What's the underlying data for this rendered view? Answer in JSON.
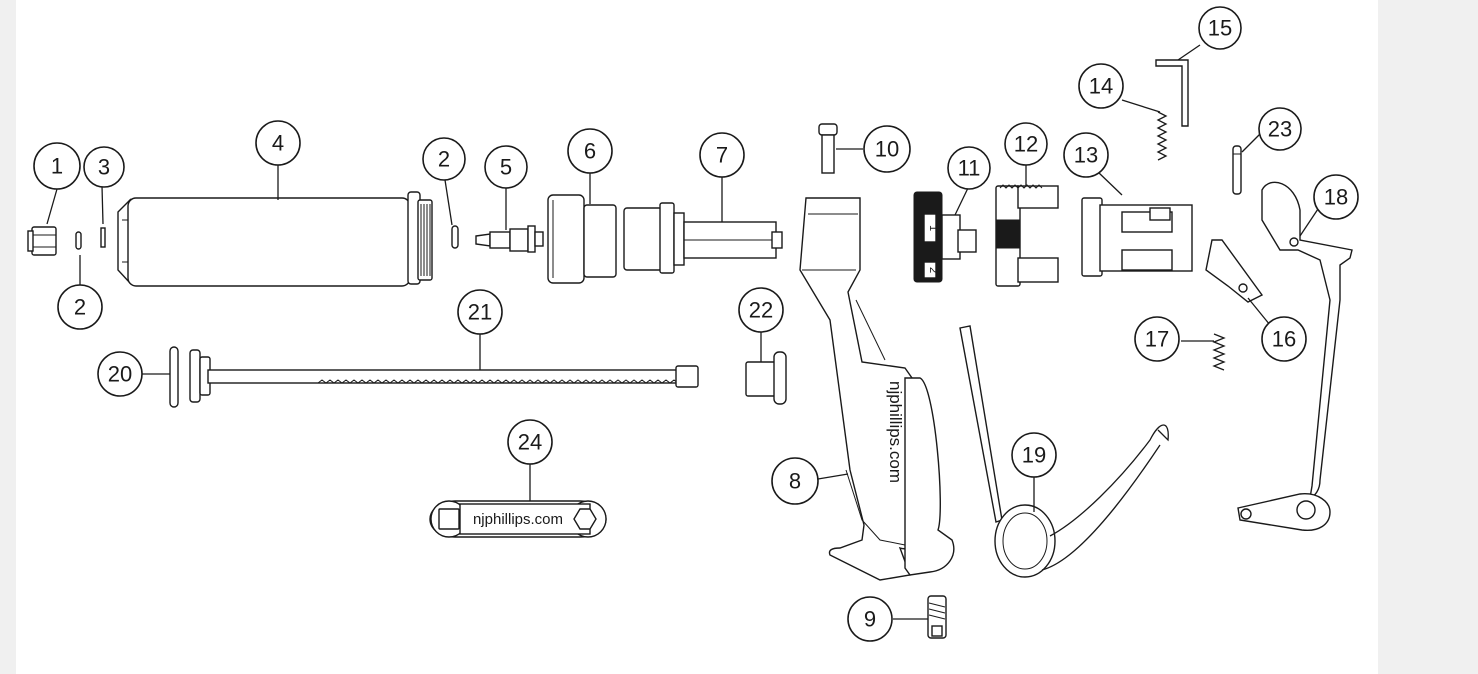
{
  "diagram": {
    "brand_text_tool": "njphillips.com",
    "brand_text_lever": "njphillips.com",
    "dial_marks": [
      "1",
      "2"
    ],
    "colors": {
      "sheet": "#ffffff",
      "margin": "#f0f0f0",
      "ink": "#1a1a1a"
    },
    "callouts": [
      "1",
      "2",
      "3",
      "4",
      "2",
      "5",
      "6",
      "7",
      "10",
      "11",
      "12",
      "13",
      "14",
      "15",
      "23",
      "18",
      "16",
      "17",
      "8",
      "9",
      "19",
      "20",
      "21",
      "22",
      "24"
    ]
  }
}
